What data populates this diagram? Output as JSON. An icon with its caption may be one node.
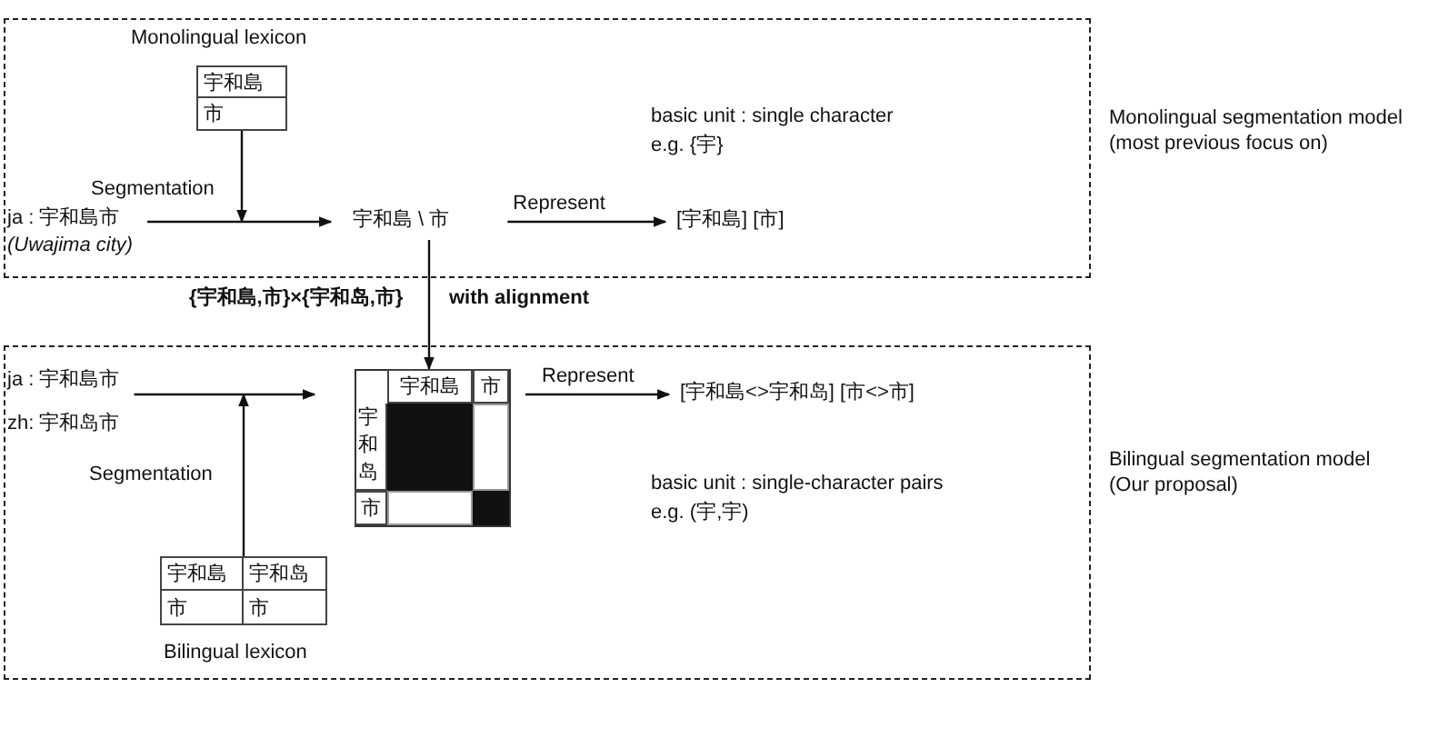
{
  "diagram": {
    "nodes": [
      {
        "text": [
          "Monolingual segmentation model (most previous focus on)"
        ]
      },
      {
        "text": [
          "Monolingual lexicon",
          "宇和島",
          "市"
        ],
        "in": 0
      },
      {
        "text": [
          "ja : 宇和島市",
          "(Uwajima city)"
        ],
        "in": 0
      },
      {
        "text": [
          "宇和島 \\ 市"
        ],
        "in": 0
      },
      {
        "text": [
          "[宇和島] [市]"
        ],
        "in": 0
      },
      {
        "text": [
          "Bilingual segmentation model (Our proposal)"
        ]
      },
      {
        "text": [
          "ja : 宇和島市",
          "zh: 宇和岛市"
        ],
        "in": 5
      },
      {
        "text": [
          "宇和島",
          "市",
          "宇和岛",
          "市"
        ],
        "in": 5
      },
      {
        "text": [
          "[宇和島<>宇和岛] [市<>市]"
        ],
        "in": 5
      },
      {
        "text": [
          "宇和島",
          "宇和岛",
          "市",
          "市",
          "Bilingual lexicon"
        ],
        "in": 5
      }
    ],
    "edges": [
      {
        "from": 2,
        "to": 3,
        "arrow": "to"
      },
      {
        "from": 1,
        "to": 3,
        "arrow": "to",
        "label": "Segmentation"
      },
      {
        "from": 3,
        "to": 4,
        "arrow": "to",
        "label": "Represent"
      },
      {
        "from": 3,
        "to": 7,
        "arrow": "to",
        "label": "with alignment"
      },
      {
        "from": 6,
        "to": 7,
        "arrow": "to"
      },
      {
        "from": 9,
        "to": 7,
        "arrow": "to",
        "label": "Segmentation"
      },
      {
        "from": 7,
        "to": 8,
        "arrow": "to",
        "label": "Represent"
      }
    ],
    "labels": [
      "basic unit : single character",
      "e.g. {宇}",
      "{宇和島,市}×{宇和岛,市}",
      "basic unit : single-character pairs",
      "e.g. (宇,宇)"
    ]
  }
}
